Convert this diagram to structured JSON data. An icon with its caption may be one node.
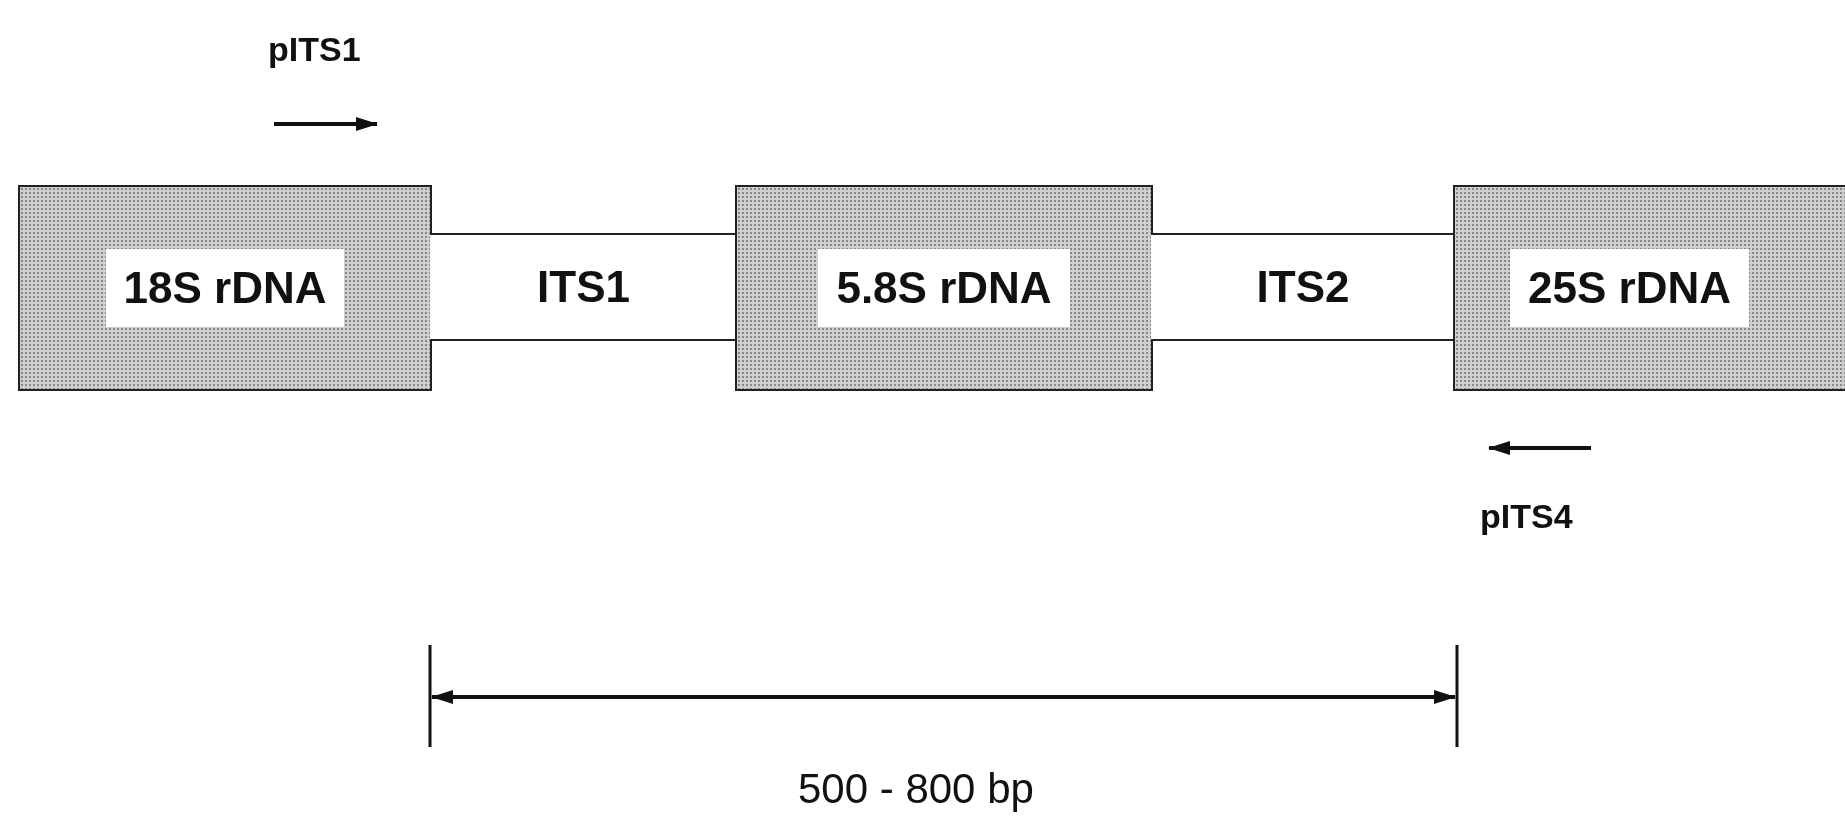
{
  "diagram": {
    "nodes": [
      {
        "text": [
          "18S rDNA"
        ]
      },
      {
        "text": [
          "ITS1"
        ]
      },
      {
        "text": [
          "5.8S rDNA"
        ]
      },
      {
        "text": [
          "ITS2"
        ]
      },
      {
        "text": [
          "25S rDNA"
        ]
      }
    ],
    "labels": [
      "pITS1",
      "pITS4",
      "500 - 800 bp"
    ]
  }
}
